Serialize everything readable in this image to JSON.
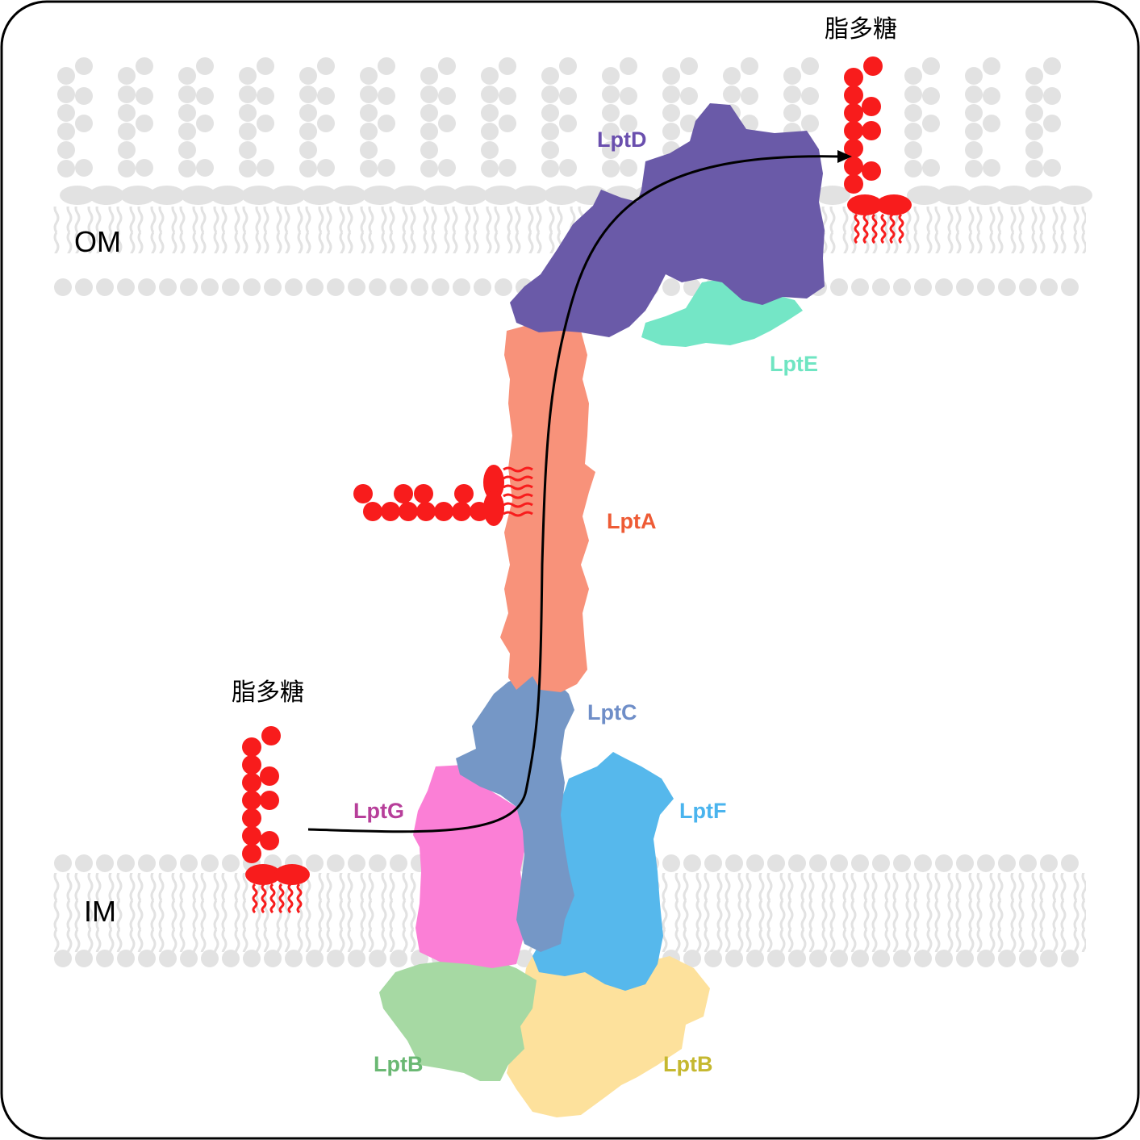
{
  "labels": {
    "outer_membrane": "OM",
    "inner_membrane": "IM",
    "lps_top": "脂多糖",
    "lps_bottom": "脂多糖",
    "lptD": "LptD",
    "lptE": "LptE",
    "lptA": "LptA",
    "lptC": "LptC",
    "lptG": "LptG",
    "lptF": "LptF",
    "lptB_left": "LptB",
    "lptB_right": "LptB"
  },
  "colors": {
    "lptD": "#6a5aa8",
    "lptE": "#74e6c6",
    "lptA": "#f8927a",
    "lptC": "#7597c6",
    "lptG": "#fb7fd6",
    "lptF": "#56b8ec",
    "lptB_left": "#a6d9a3",
    "lptB_right": "#fde19c",
    "lps": "#f81c1c",
    "membrane": "#e2e2e2",
    "label_lptD": "#6a4fae",
    "label_lptE": "#6fe5c2",
    "label_lptA": "#ee5b35",
    "label_lptC": "#6f8ec8",
    "label_lptG": "#b73f9a",
    "label_lptF": "#4ab4ee",
    "label_lptB_left": "#6ab873",
    "label_lptB_right": "#c5b830"
  }
}
